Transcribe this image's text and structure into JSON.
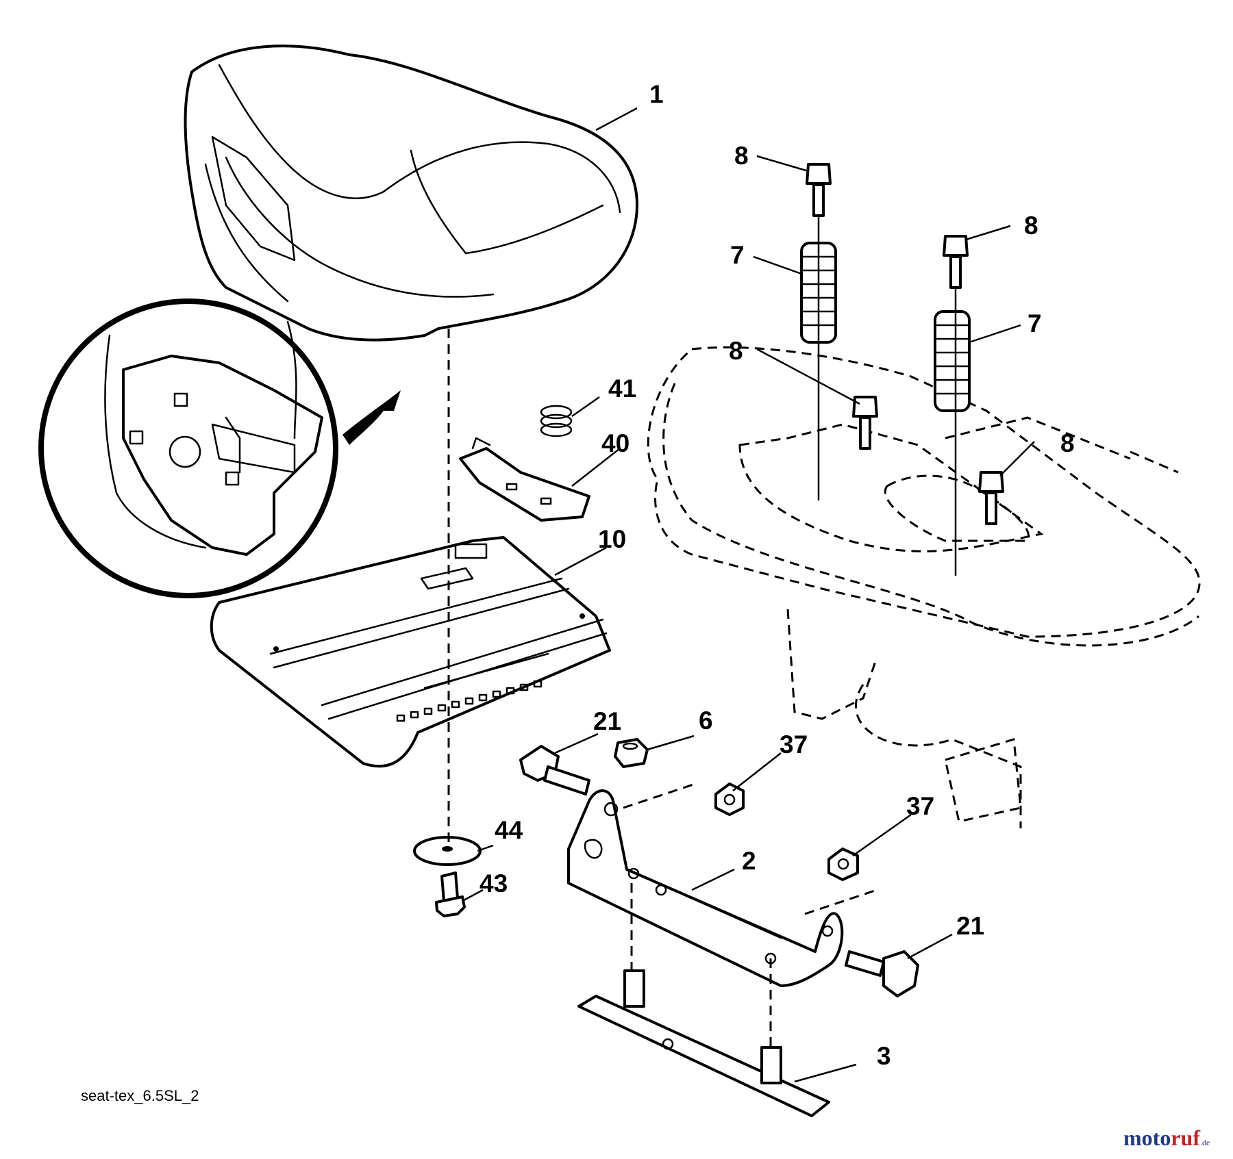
{
  "figure_id": "seat-tex_6.5SL_2",
  "watermark": {
    "part_a": "moto",
    "part_b": "ruf",
    "suffix": ".de"
  },
  "callouts": {
    "c1": "1",
    "c2": "2",
    "c3": "3",
    "c6": "6",
    "c7a": "7",
    "c7b": "7",
    "c8a": "8",
    "c8b": "8",
    "c8c": "8",
    "c8d": "8",
    "c10": "10",
    "c21a": "21",
    "c21b": "21",
    "c37a": "37",
    "c37b": "37",
    "c40": "40",
    "c41": "41",
    "c43": "43",
    "c44": "44"
  }
}
